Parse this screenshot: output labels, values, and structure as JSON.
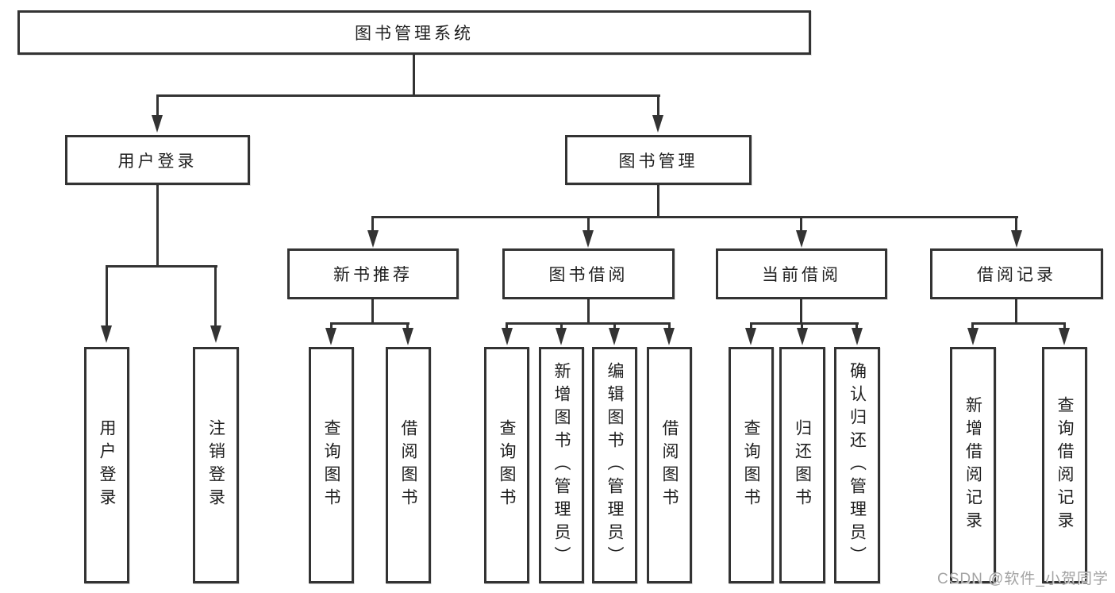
{
  "diagram": {
    "watermark": "CSDN @软件_小贺同学",
    "colors": {
      "line": "#333333",
      "text": "#1f1f1f",
      "box_fill": "#ffffff",
      "background": "#ffffff",
      "watermark": "#a3a3a3"
    },
    "nodes": {
      "root": "图书管理系统",
      "user_login": "用户登录",
      "book_mgmt": "图书管理",
      "new_book_rec": "新书推荐",
      "book_borrow": "图书借阅",
      "current_borrow": "当前借阅",
      "borrow_record": "借阅记录",
      "ul_leaf_login": "用户登录",
      "ul_leaf_logout": "注销登录",
      "nb_leaf_query_book": "查询图书",
      "nb_leaf_borrow_book": "借阅图书",
      "bb_leaf_query_book": "查询图书",
      "bb_leaf_add_book": "新增图书（管理员）",
      "bb_leaf_edit_book": "编辑图书（管理员）",
      "bb_leaf_borrow_book": "借阅图书",
      "cb_leaf_query_book": "查询图书",
      "cb_leaf_return_book": "归还图书",
      "cb_leaf_confirm_return": "确认归还（管理员）",
      "br_leaf_add_record": "新增借阅记录",
      "br_leaf_query_record": "查询借阅记录"
    }
  }
}
